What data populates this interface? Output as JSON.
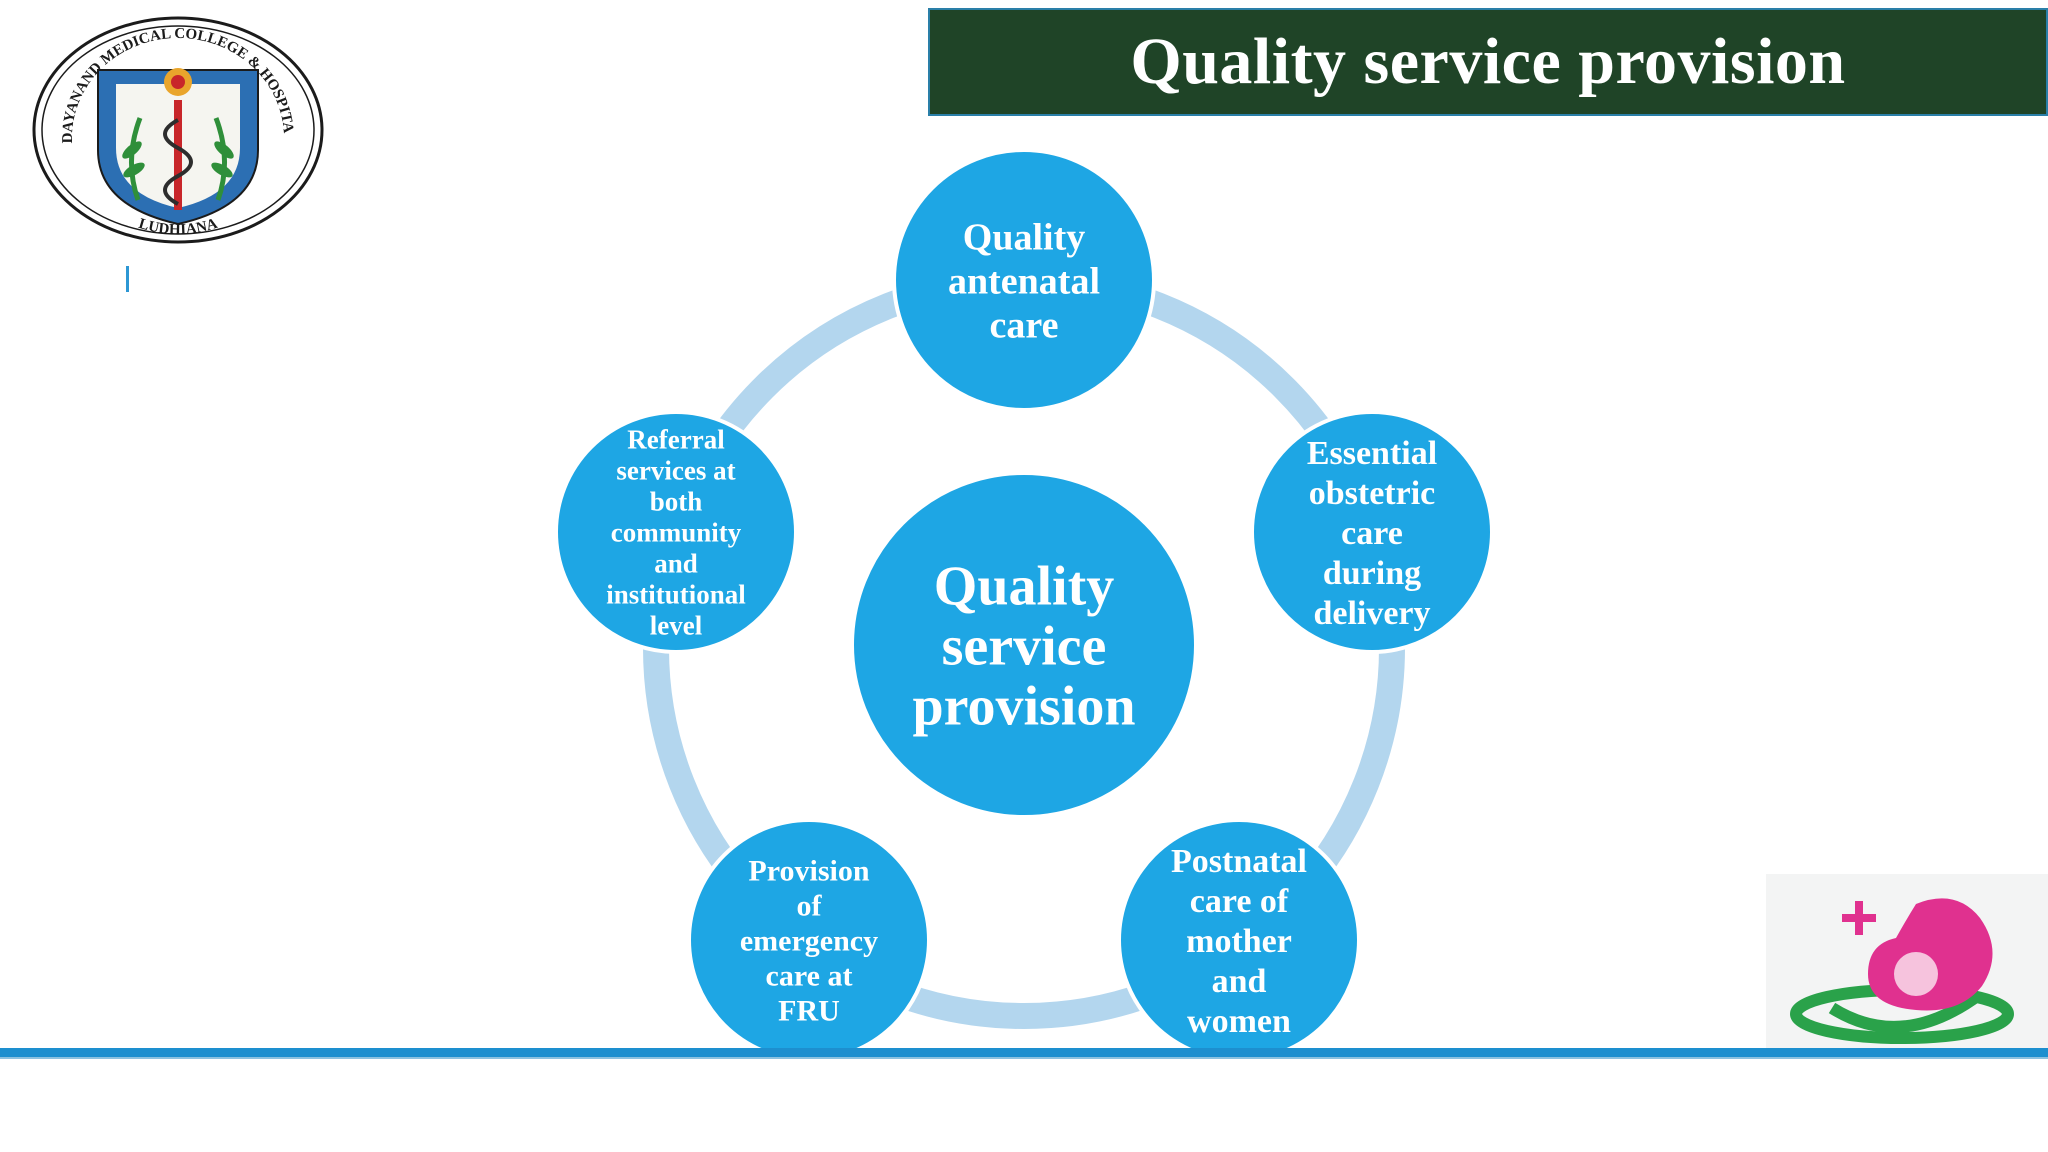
{
  "header": {
    "title": "Quality service provision"
  },
  "logo_left": {
    "arc_top": "DAYANAND MEDICAL COLLEGE & HOSPITAL",
    "arc_bottom": "LUDHIANA",
    "icon": "medical-college-emblem"
  },
  "logo_right": {
    "icon": "maternal-care-logo"
  },
  "diagram": {
    "center": {
      "lines": [
        "Quality",
        "service",
        "provision"
      ]
    },
    "nodes": [
      {
        "lines": [
          "Quality",
          "antenatal",
          "care"
        ]
      },
      {
        "lines": [
          "Essential",
          "obstetric",
          "care",
          "during",
          "delivery"
        ]
      },
      {
        "lines": [
          "Postnatal",
          "care of",
          "mother",
          "and",
          "women"
        ]
      },
      {
        "lines": [
          "Provision",
          "of",
          "emergency",
          "care at",
          "FRU"
        ]
      },
      {
        "lines": [
          "Referral",
          "services at",
          "both",
          "community",
          "and",
          "institutional",
          "level"
        ]
      }
    ]
  },
  "colors": {
    "node_fill": "#1ea6e4",
    "ring": "#b3d6ee",
    "header_bg": "#1f4427",
    "accent_line": "#1d8fcf"
  }
}
